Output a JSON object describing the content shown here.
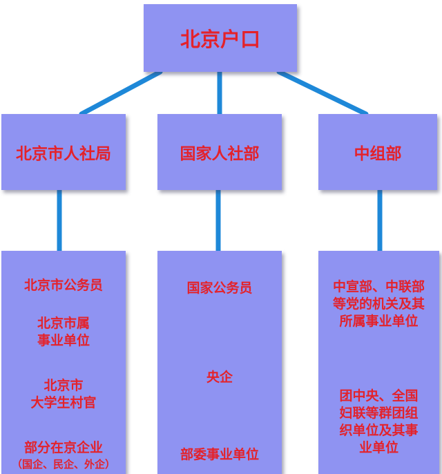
{
  "root": {
    "label": "北京户口"
  },
  "departments": [
    {
      "label": "北京市人社局",
      "items": [
        "北京市公务员",
        "北京市属\n事业单位",
        "北京市\n大学生村官",
        "部分在京企业"
      ],
      "note": "（国企、民企、外企）"
    },
    {
      "label": "国家人社部",
      "items": [
        "国家公务员",
        "央企",
        "部委事业单位"
      ]
    },
    {
      "label": "中组部",
      "items": [
        "中宣部、中联部\n等党的机关及其\n所属事业单位",
        "团中央、全国\n妇联等群团组\n织单位及其事\n业单位"
      ]
    }
  ],
  "colors": {
    "box_fill": "#8f93f2",
    "text": "#e4222a",
    "connector": "#1e88d8"
  }
}
